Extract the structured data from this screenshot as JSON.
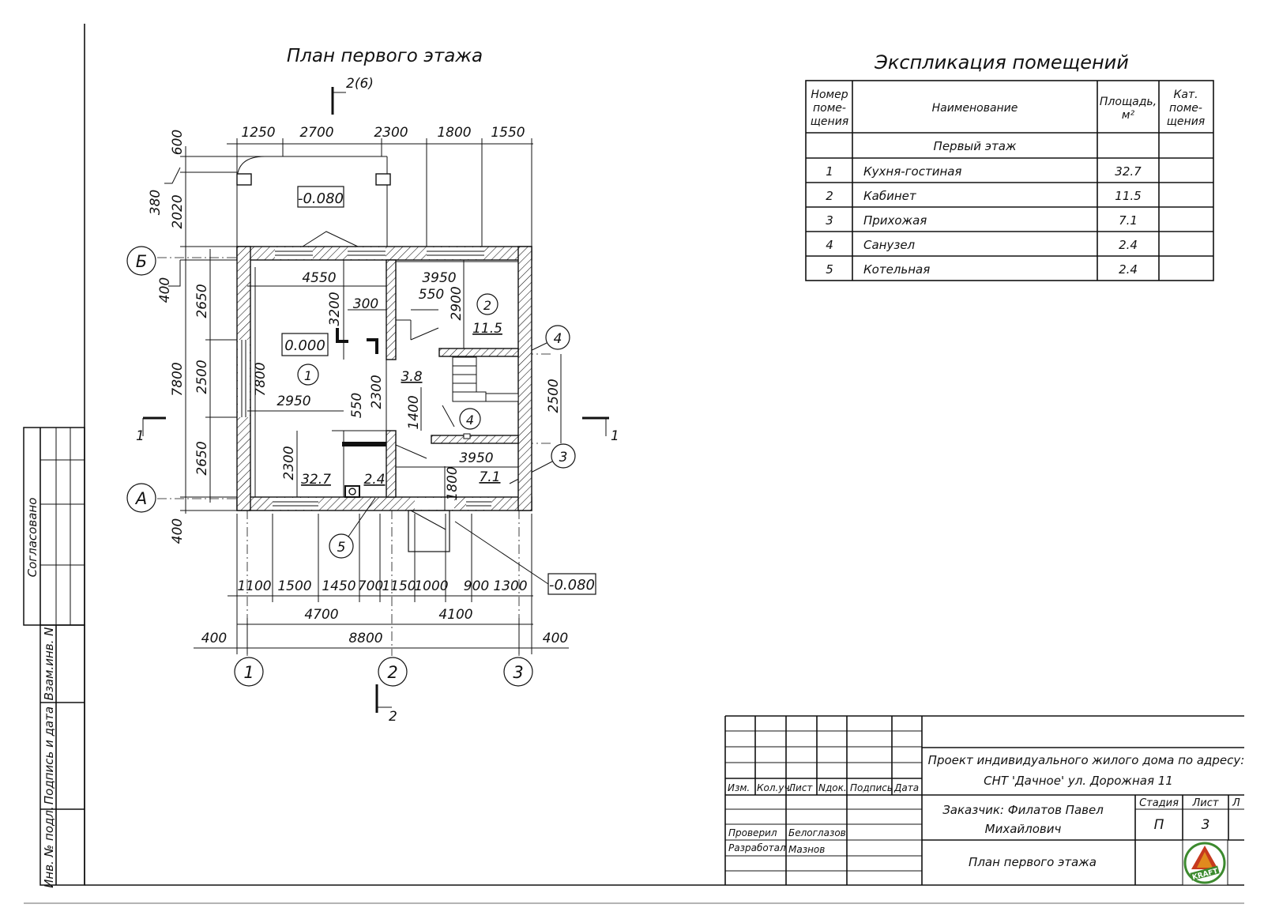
{
  "plan": {
    "title": "План первого этажа",
    "section_top": "2(6)",
    "section_bottom": "2",
    "section_left": "1",
    "section_right": "1",
    "axis_rows": [
      "Б",
      "А"
    ],
    "axis_cols": [
      "1",
      "2",
      "3"
    ],
    "axis_row_mid": "4",
    "axis_row_mid2": "3",
    "dims_top": [
      "1250",
      "2700",
      "2300",
      "1800",
      "1550"
    ],
    "dims_left_vert": [
      "600",
      "380",
      "2020",
      "400",
      "2650",
      "7800",
      "2500",
      "2650",
      "400"
    ],
    "dims_bottom1": [
      "1100",
      "1500",
      "1450",
      "700",
      "1150",
      "1000",
      "900",
      "1300"
    ],
    "dims_bottom2": [
      "4700",
      "4100"
    ],
    "dims_bottom3": [
      "400",
      "8800",
      "400"
    ],
    "dims_inner": {
      "d4550": "4550",
      "d3950a": "3950",
      "d300": "300",
      "d550a": "550",
      "d3200": "3200",
      "d2900": "2900",
      "d7800": "7800",
      "d2300a": "2300",
      "d2950": "2950",
      "d550b": "550",
      "d1400": "1400",
      "d2500": "2500",
      "d2300b": "2300",
      "d3950b": "3950",
      "d1800": "1800"
    },
    "levels": {
      "porch": "-0.080",
      "floor": "0.000",
      "entry": "-0.080"
    },
    "areas": {
      "a1": "32.7",
      "a2": "11.5",
      "a3": "7.1",
      "a4": "3.8",
      "a5": "2.4"
    },
    "room_marks": [
      "1",
      "2",
      "3",
      "4",
      "5"
    ]
  },
  "explication": {
    "title": "Экспликация помещений",
    "headers": [
      "Номер поме-щения",
      "Наименование",
      "Площадь, м²",
      "Кат. поме-щения"
    ],
    "header_lines": {
      "num": [
        "Номер",
        "поме-",
        "щения"
      ],
      "area": [
        "Площадь,",
        "м²"
      ],
      "cat": [
        "Кат.",
        "поме-",
        "щения"
      ]
    },
    "group": "Первый этаж",
    "rows": [
      {
        "num": "1",
        "name": "Кухня-гостиная",
        "area": "32.7",
        "cat": ""
      },
      {
        "num": "2",
        "name": "Кабинет",
        "area": "11.5",
        "cat": ""
      },
      {
        "num": "3",
        "name": "Прихожая",
        "area": "7.1",
        "cat": ""
      },
      {
        "num": "4",
        "name": "Санузел",
        "area": "2.4",
        "cat": ""
      },
      {
        "num": "5",
        "name": "Котельная",
        "area": "2.4",
        "cat": ""
      }
    ]
  },
  "side_stamp": {
    "agreed": "Согласовано",
    "replace_inv": "Взам.инв. N",
    "sign_date": "Подпись и дата",
    "inv_orig": "Инв. № подл."
  },
  "title_block": {
    "cols": [
      "Изм.",
      "Кол.уч.",
      "Лист",
      "Nдок.",
      "Подпись",
      "Дата"
    ],
    "checked_label": "Проверил",
    "checked_name": "Белоглазов",
    "developed_label": "Разработал",
    "developed_name": "Мазнов",
    "project_line1": "Проект индивидуального жилого дома по адресу:",
    "project_line2": "СНТ 'Дачное' ул. Дорожная 11",
    "customer_line1": "Заказчик: Филатов Павел",
    "customer_line2": "Михайлович",
    "stage_label": "Стадия",
    "stage_value": "П",
    "sheet_label": "Лист",
    "sheet_value": "3",
    "sheets_label": "Л",
    "sheet_title": "План первого этажа",
    "logo_text": "KRAFT",
    "logo_colors": {
      "green": "#3c8a2e",
      "red": "#c63a1e",
      "orange": "#e08a1e"
    }
  }
}
